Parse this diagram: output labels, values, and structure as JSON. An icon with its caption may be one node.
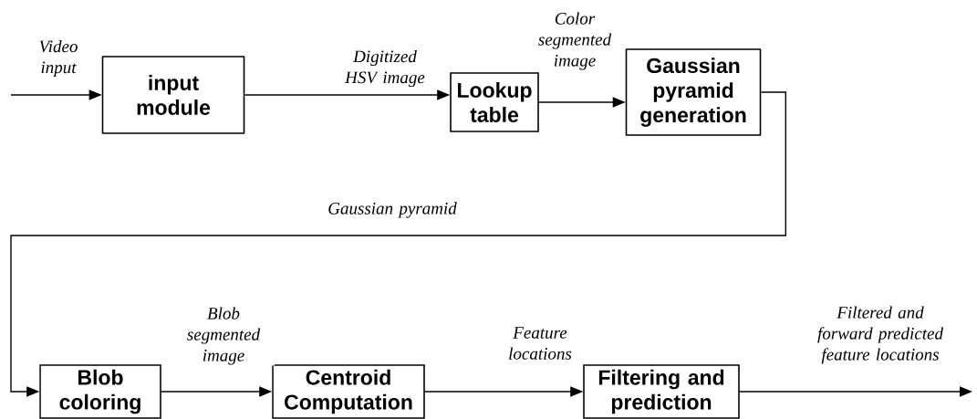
{
  "diagram": {
    "nodes": [
      {
        "text": [
          "input module"
        ]
      },
      {
        "text": [
          "Lookup table"
        ]
      },
      {
        "text": [
          "Gaussian pyramid generation"
        ]
      },
      {
        "text": [
          "Blob coloring"
        ]
      },
      {
        "text": [
          "Centroid Computation"
        ]
      },
      {
        "text": [
          "Filtering and prediction"
        ]
      }
    ],
    "edges": [
      {
        "from": null,
        "to": 0,
        "arrow": "to",
        "label": "Video input"
      },
      {
        "from": 0,
        "to": 1,
        "arrow": "to",
        "label": "Digitized HSV image"
      },
      {
        "from": 1,
        "to": 2,
        "arrow": "to",
        "label": "Color segmented image"
      },
      {
        "from": 2,
        "to": 3,
        "arrow": "to",
        "label": "Gaussian pyramid"
      },
      {
        "from": 3,
        "to": 4,
        "arrow": "to",
        "label": "Blob segmented image"
      },
      {
        "from": 4,
        "to": 5,
        "arrow": "to",
        "label": "Feature locations"
      },
      {
        "from": 5,
        "to": null,
        "arrow": "to",
        "label": "Filtered and forward predicted feature locations"
      }
    ]
  }
}
